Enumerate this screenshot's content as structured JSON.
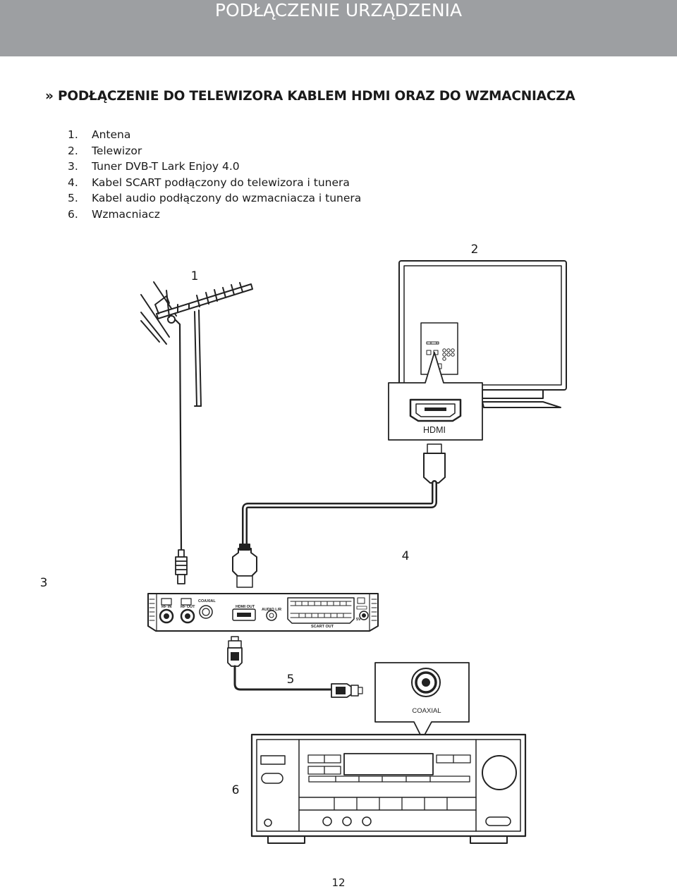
{
  "header": {
    "title": "PODŁĄCZENIE URZĄDZENIA"
  },
  "section": {
    "title": "» PODŁĄCZENIE DO TELEWIZORA KABLEM HDMI ORAZ DO WZMACNIACZA"
  },
  "items": [
    {
      "num": "1.",
      "label": "Antena"
    },
    {
      "num": "2.",
      "label": "Telewizor"
    },
    {
      "num": "3.",
      "label": "Tuner DVB-T Lark Enjoy 4.0"
    },
    {
      "num": "4.",
      "label": "Kabel SCART podłączony do telewizora i tunera"
    },
    {
      "num": "5.",
      "label": "Kabel audio podłączony do wzmacniacza i tunera"
    },
    {
      "num": "6.",
      "label": "Wzmacniacz"
    }
  ],
  "diagram": {
    "callouts": {
      "antenna": "1",
      "tv": "2",
      "tuner": "3",
      "scart": "4",
      "audio": "5",
      "amplifier": "6"
    },
    "tv_port_label": "HDMI",
    "amp_port_label": "COAXIAL",
    "tuner_labels": {
      "rf_in": "RF IN",
      "rf_out": "RF OUT",
      "coaxial": "COAXIAL",
      "hdmi_out": "HDMI OUT",
      "audio": "AUDIO L/R",
      "scart_out": "SCART OUT",
      "power": "5V"
    }
  },
  "footer": {
    "page_number": "12"
  }
}
